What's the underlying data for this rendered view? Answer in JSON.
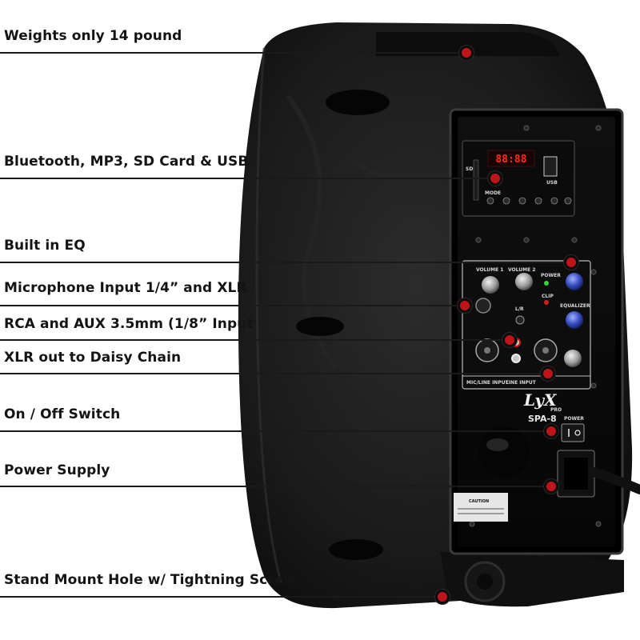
{
  "callouts": [
    {
      "label": "Weights only 14 pound"
    },
    {
      "label": "Bluetooth, MP3, SD Card & USB"
    },
    {
      "label": "Built in EQ"
    },
    {
      "label": "Microphone Input 1/4” and XLR"
    },
    {
      "label": "RCA and AUX 3.5mm (1/8” Input"
    },
    {
      "label": "XLR out to Daisy Chain"
    },
    {
      "label": "On / Off Switch"
    },
    {
      "label": "Power Supply"
    },
    {
      "label": "Stand Mount Hole w/ Tightning Screw"
    }
  ],
  "panel": {
    "brand": "LyX",
    "brand_sub": "PRO",
    "model": "SPA-8",
    "power_label": "POWER",
    "volume1": "VOLUME 1",
    "volume2": "VOLUME 2",
    "power_led": "POWER",
    "clip_led": "CLIP",
    "equalizer": "EQUALIZER",
    "mic_line_input": "MIC/LINE INPUT",
    "line_input": "LINE INPUT",
    "lr": "L/R",
    "mode": "MODE",
    "usb": "USB",
    "sd": "SD",
    "display": "88:88",
    "caution": "CAUTION"
  },
  "colors": {
    "accent_dot": "#c0141b",
    "speaker_body": "#1b1b1b",
    "display_digits": "#ff2a1a"
  }
}
